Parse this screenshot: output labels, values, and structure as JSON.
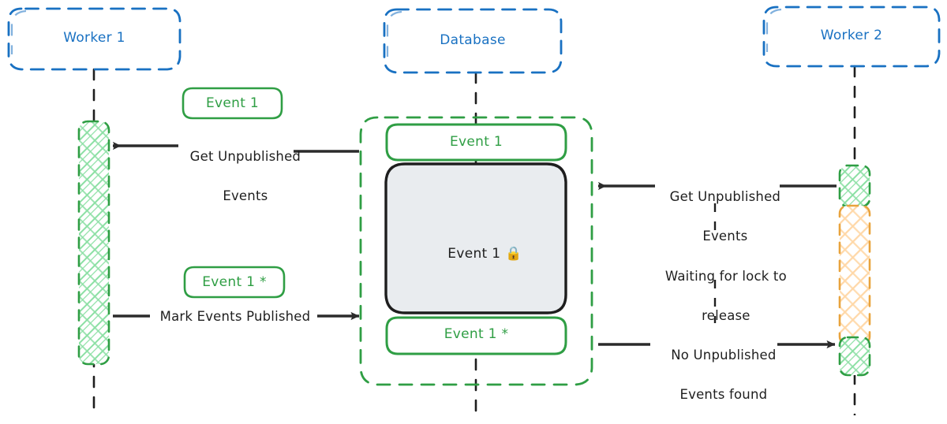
{
  "diagram": {
    "title": "Outbox worker lock sequence diagram",
    "type": "sequence-diagram",
    "colors": {
      "actor_blue": "#1971c2",
      "event_green": "#2f9e44",
      "activation_green": "#2f9e44",
      "activation_green_fill": "#8ce0a4",
      "waiting_orange": "#e8a33d",
      "waiting_orange_fill": "#ffd8a8",
      "locked_box_fill": "#e9ecef",
      "locked_box_stroke": "#1e1e1e",
      "arrow_black": "#1e1e1e"
    }
  },
  "actors": [
    {
      "name": "worker-1",
      "label": "Worker 1"
    },
    {
      "name": "database",
      "label": "Database"
    },
    {
      "name": "worker-2",
      "label": "Worker 2"
    }
  ],
  "left_notes": [
    {
      "name": "note-event-1",
      "label": "Event 1"
    },
    {
      "name": "note-event-1-star",
      "label": "Event 1 *"
    }
  ],
  "database_records": [
    {
      "name": "record-event-1",
      "label": "Event 1"
    },
    {
      "name": "record-event-1-star",
      "label": "Event 1 *"
    }
  ],
  "locked_record": {
    "label": "Event 1",
    "icon": "lock-icon",
    "glyph": "🔒"
  },
  "messages": [
    {
      "name": "msg-get-unpublished-events-worker1",
      "label": "Get Unpublished\nEvents",
      "line1": "Get Unpublished",
      "line2": "Events",
      "direction": "left"
    },
    {
      "name": "msg-mark-events-published",
      "label": "Mark Events Published",
      "line1": "Mark Events Published",
      "line2": "",
      "direction": "right"
    },
    {
      "name": "msg-get-unpublished-events-worker2",
      "label": "Get Unpublished\nEvents",
      "line1": "Get Unpublished",
      "line2": "Events",
      "direction": "left"
    },
    {
      "name": "note-waiting-for-lock",
      "label": "Waiting for lock to\nrelease",
      "line1": "Waiting for lock to",
      "line2": "release",
      "direction": "none"
    },
    {
      "name": "msg-no-unpublished-events-found",
      "label": "No Unpublished\nEvents found",
      "line1": "No Unpublished",
      "line2": "Events found",
      "direction": "right"
    }
  ]
}
